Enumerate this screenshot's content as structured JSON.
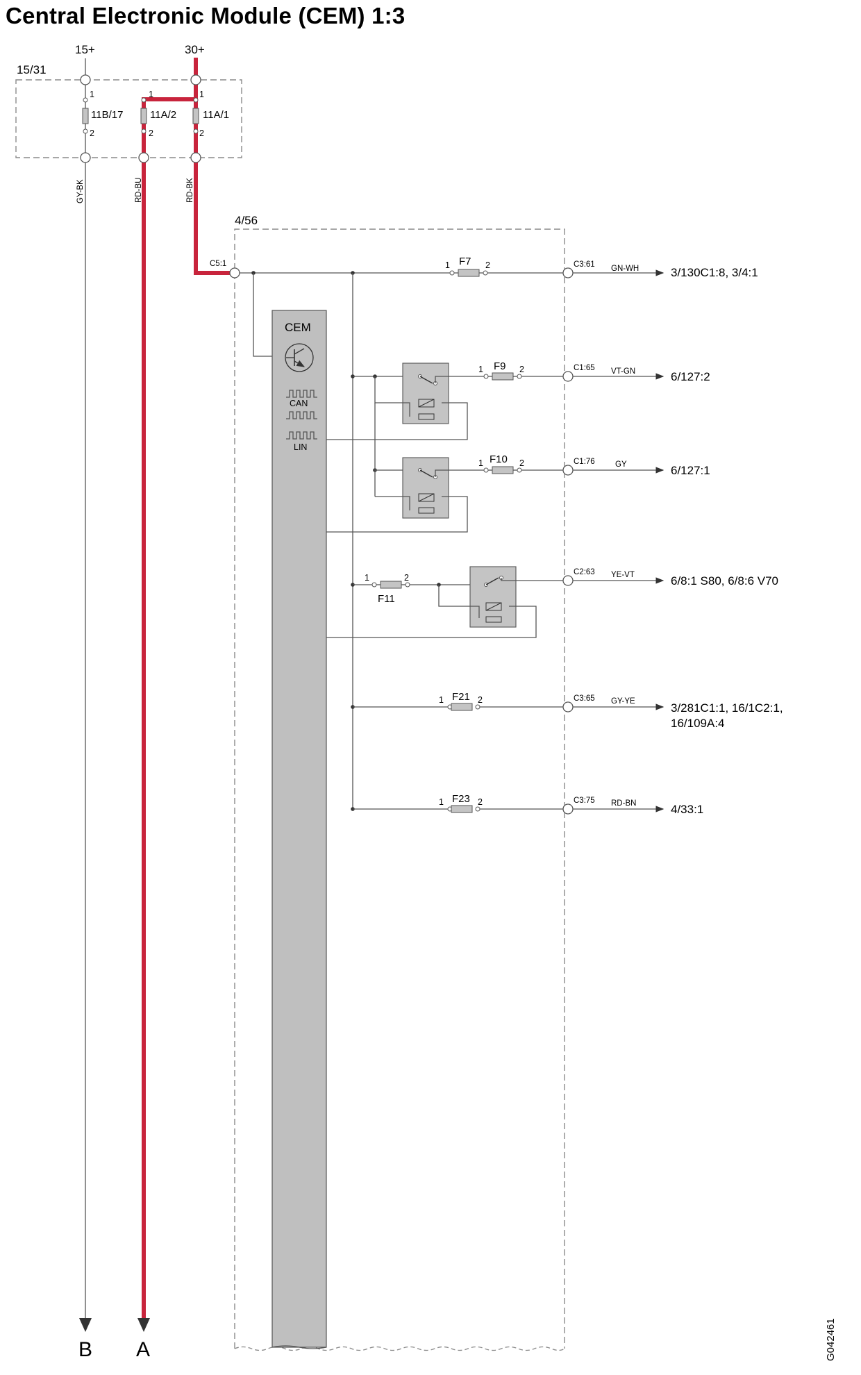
{
  "title": "Central Electronic Module (CEM) 1:3",
  "figure_id": "G042461",
  "supply": {
    "ign": "15+",
    "bat": "30+",
    "fusebox": "15/31",
    "fuses": [
      {
        "name": "11B/17",
        "pin1": "1",
        "pin2": "2"
      },
      {
        "name": "11A/2",
        "pin1": "1",
        "pin2": "2"
      },
      {
        "name": "11A/1",
        "pin1": "1",
        "pin2": "2"
      }
    ],
    "wires": [
      "GY-BK",
      "RD-BU",
      "RD-BK"
    ]
  },
  "module": {
    "ref": "4/56",
    "name": "CEM",
    "can": "CAN",
    "lin": "LIN",
    "input_pin": "C5:1"
  },
  "circuits": [
    {
      "fuse": "F7",
      "pin1": "1",
      "pin2": "2",
      "connector": "C3:61",
      "wire": "GN-WH",
      "dest": "3/130C1:8, 3/4:1",
      "dest2": ""
    },
    {
      "fuse": "F9",
      "pin1": "1",
      "pin2": "2",
      "connector": "C1:65",
      "wire": "VT-GN",
      "dest": "6/127:2",
      "dest2": ""
    },
    {
      "fuse": "F10",
      "pin1": "1",
      "pin2": "2",
      "connector": "C1:76",
      "wire": "GY",
      "dest": "6/127:1",
      "dest2": ""
    },
    {
      "fuse": "F11",
      "pin1": "1",
      "pin2": "2",
      "connector": "C2:63",
      "wire": "YE-VT",
      "dest": "6/8:1 S80, 6/8:6 V70",
      "dest2": ""
    },
    {
      "fuse": "F21",
      "pin1": "1",
      "pin2": "2",
      "connector": "C3:65",
      "wire": "GY-YE",
      "dest": "3/281C1:1, 16/1C2:1,",
      "dest2": "16/109A:4"
    },
    {
      "fuse": "F23",
      "pin1": "1",
      "pin2": "2",
      "connector": "C3:75",
      "wire": "RD-BN",
      "dest": "4/33:1",
      "dest2": ""
    }
  ],
  "outputs": {
    "b": "B",
    "a": "A"
  }
}
